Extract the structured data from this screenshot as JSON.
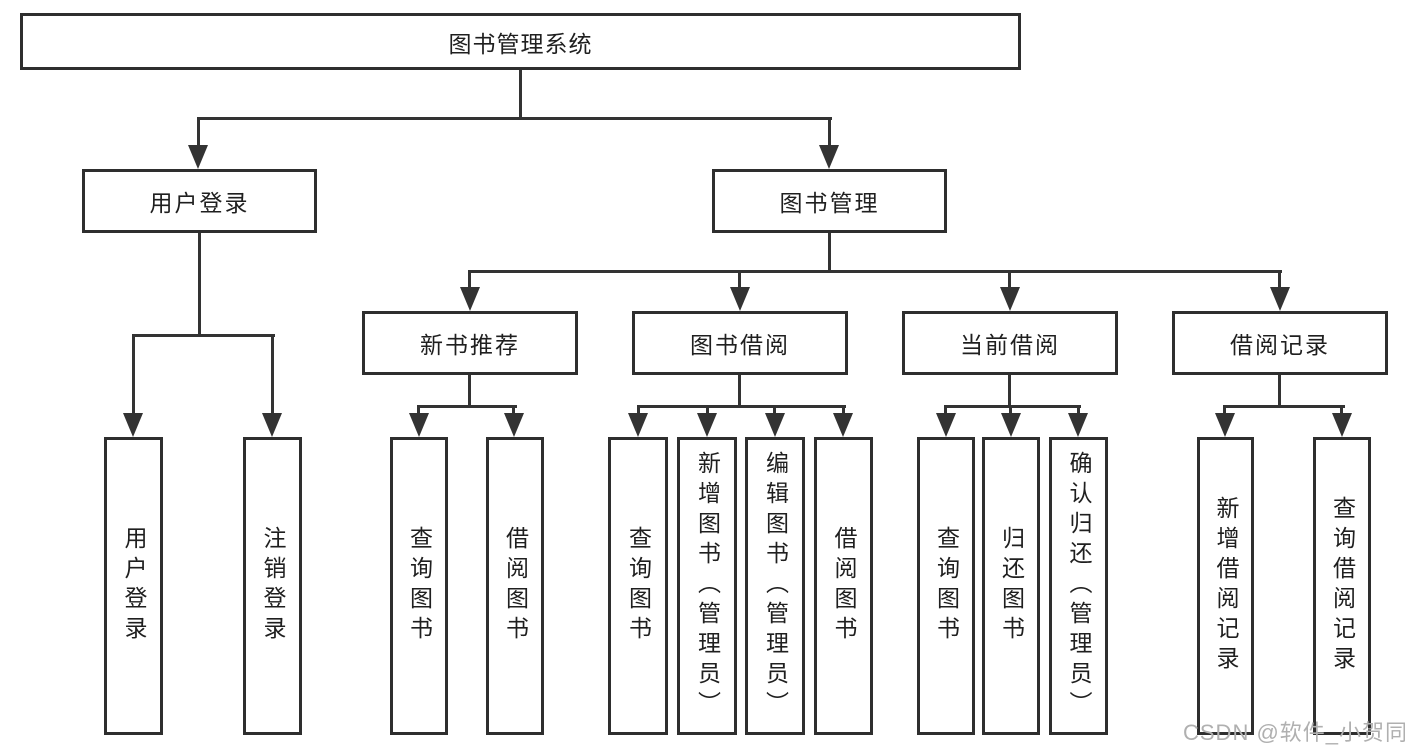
{
  "nodes": {
    "root": "图书管理系统",
    "userLogin": "用户登录",
    "bookManagement": "图书管理",
    "newBookRecommend": "新书推荐",
    "bookBorrow": "图书借阅",
    "currentBorrow": "当前借阅",
    "borrowRecords": "借阅记录"
  },
  "leaves": {
    "userLogin": [
      "用户登录",
      "注销登录"
    ],
    "newBookRecommend": [
      "查询图书",
      "借阅图书"
    ],
    "bookBorrow": [
      "查询图书",
      "新增图书（管理员）",
      "编辑图书（管理员）",
      "借阅图书"
    ],
    "currentBorrow": [
      "查询图书",
      "归还图书",
      "确认归还（管理员）"
    ],
    "borrowRecords": [
      "新增借阅记录",
      "查询借阅记录"
    ]
  },
  "watermark": "CSDN @软件_小贺同学",
  "colors": {
    "line": "#333333",
    "box_border": "#2e2e2e",
    "box_fill": "#ffffff",
    "text": "#1f1f1f",
    "watermark": "#b0b0b0",
    "background": "#ffffff"
  }
}
